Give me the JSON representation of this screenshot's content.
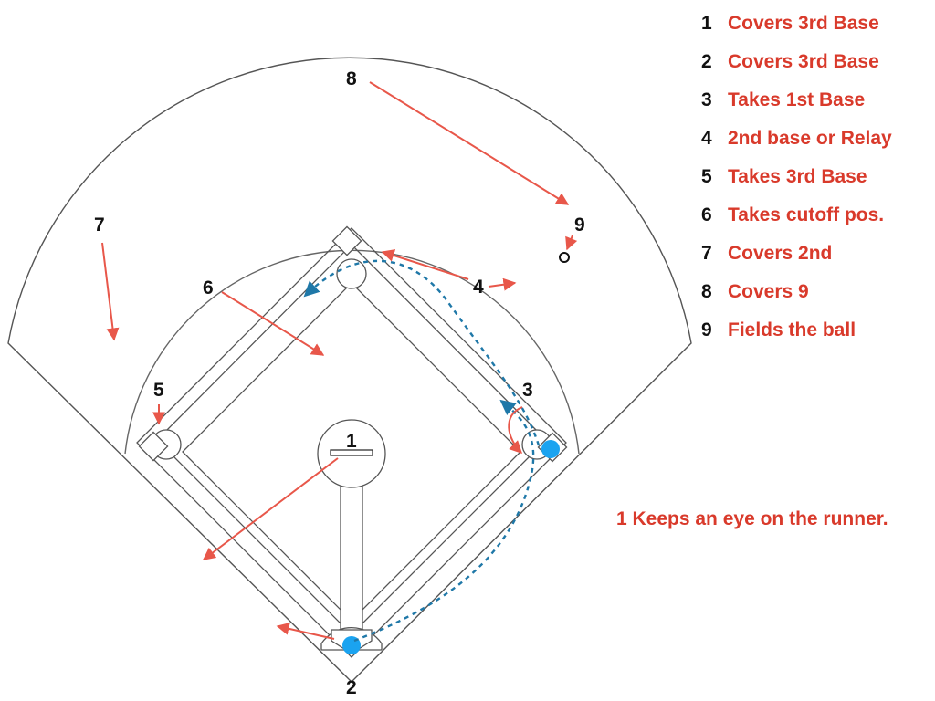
{
  "colors": {
    "accent": "#d93a2b",
    "path": "#1f78a8",
    "runner": "#1aa3f0",
    "line": "#8a8a8a"
  },
  "legend": [
    {
      "number": "1",
      "text": "Covers 3rd Base"
    },
    {
      "number": "2",
      "text": "Covers 3rd Base"
    },
    {
      "number": "3",
      "text": "Takes 1st Base"
    },
    {
      "number": "4",
      "text": "2nd base or Relay"
    },
    {
      "number": "5",
      "text": "Takes 3rd Base"
    },
    {
      "number": "6",
      "text": "Takes cutoff pos."
    },
    {
      "number": "7",
      "text": "Covers 2nd"
    },
    {
      "number": "8",
      "text": "Covers 9"
    },
    {
      "number": "9",
      "text": "Fields the ball"
    }
  ],
  "positions": {
    "p1": "1",
    "p2": "2",
    "p3": "3",
    "p4": "4",
    "p5": "5",
    "p6": "6",
    "p7": "7",
    "p8": "8",
    "p9": "9"
  },
  "note": "1 Keeps an eye on the runner."
}
